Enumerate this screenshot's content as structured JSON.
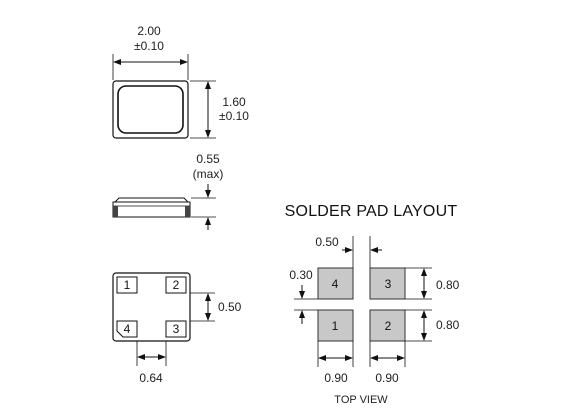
{
  "top_view": {
    "width_value": "2.00",
    "width_tol": "±0.10",
    "height_value": "1.60",
    "height_tol": "±0.10"
  },
  "side_view": {
    "thickness_value": "0.55",
    "thickness_note": "(max)"
  },
  "bottom_view": {
    "pins": {
      "p1": "1",
      "p2": "2",
      "p3": "3",
      "p4": "4"
    },
    "pad_pitch_v": "0.50",
    "pad_pitch_h": "0.64"
  },
  "solder_pad": {
    "title": "SOLDER PAD LAYOUT",
    "gap_h": "0.50",
    "gap_v": "0.30",
    "pad_h_upper": "0.80",
    "pad_h_lower": "0.80",
    "pad_w_left": "0.90",
    "pad_w_right": "0.90",
    "pins": {
      "p1": "1",
      "p2": "2",
      "p3": "3",
      "p4": "4"
    },
    "caption": "TOP VIEW"
  },
  "colors": {
    "line": "#111111",
    "pad_fill": "#c8c8c8",
    "pad_stroke": "#333333"
  }
}
